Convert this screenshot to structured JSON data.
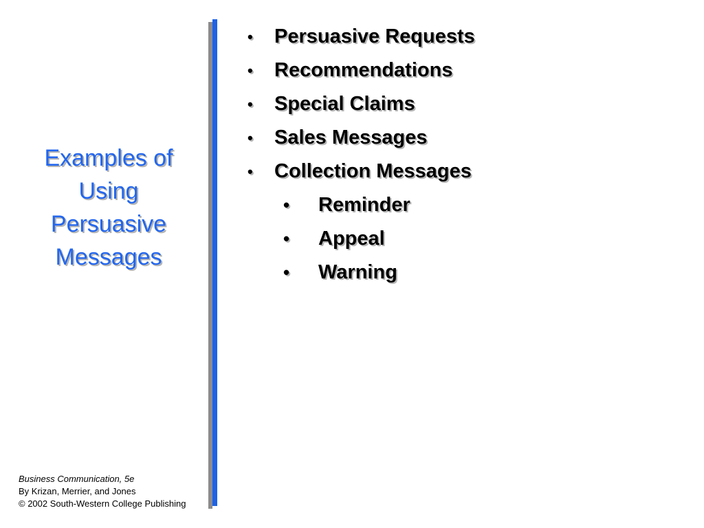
{
  "title": {
    "lines": [
      "Examples of",
      "Using",
      "Persuasive",
      "Messages"
    ],
    "color": "#2266EE"
  },
  "accent_bar_color": "#1E63E6",
  "bullets": [
    {
      "label": "Persuasive Requests",
      "marker": "•",
      "level": 1
    },
    {
      "label": "Recommendations",
      "marker": "•",
      "level": 1
    },
    {
      "label": "Special Claims",
      "marker": "•",
      "level": 1
    },
    {
      "label": "Sales Messages",
      "marker": "•",
      "level": 1
    },
    {
      "label": "Collection Messages",
      "marker": "•",
      "level": 1
    },
    {
      "label": "Reminder",
      "marker": "•",
      "level": 2
    },
    {
      "label": "Appeal",
      "marker": "•",
      "level": 2
    },
    {
      "label": "Warning",
      "marker": "•",
      "level": 2
    }
  ],
  "footer": {
    "book": "Business Communication, 5e",
    "authors": "By Krizan, Merrier, and Jones",
    "copyright": "© 2002 South-Western College Publishing"
  }
}
